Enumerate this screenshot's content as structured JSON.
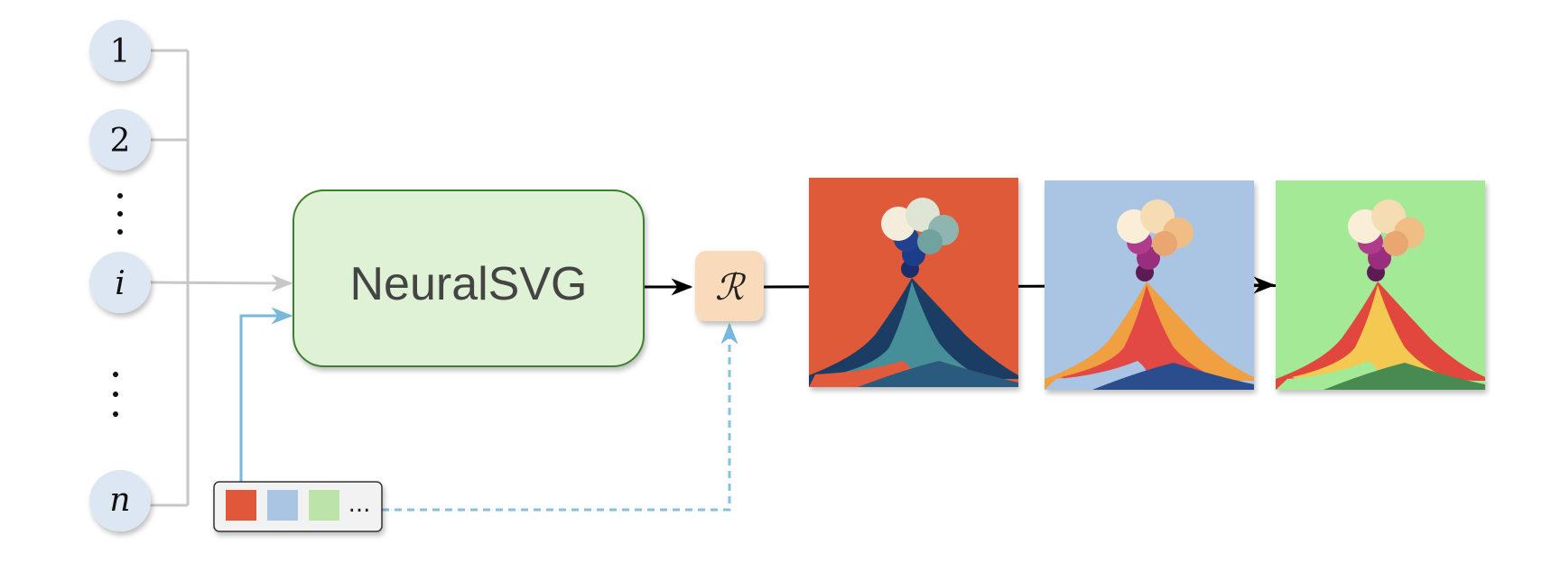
{
  "nodes": {
    "n1": "1",
    "n2": "2",
    "ni": "i",
    "nn": "n"
  },
  "model_label": "NeuralSVG",
  "renderer_label": "ℛ",
  "palette": {
    "swatches": [
      "#e0573a",
      "#aac4e4",
      "#bde4a8"
    ],
    "ellipsis": "..."
  },
  "outputs": [
    {
      "background": "#df5a39",
      "icon": "volcano-red-variant"
    },
    {
      "background": "#aac4e4",
      "icon": "volcano-blue-variant"
    },
    {
      "background": "#a4e996",
      "icon": "volcano-green-variant"
    }
  ]
}
